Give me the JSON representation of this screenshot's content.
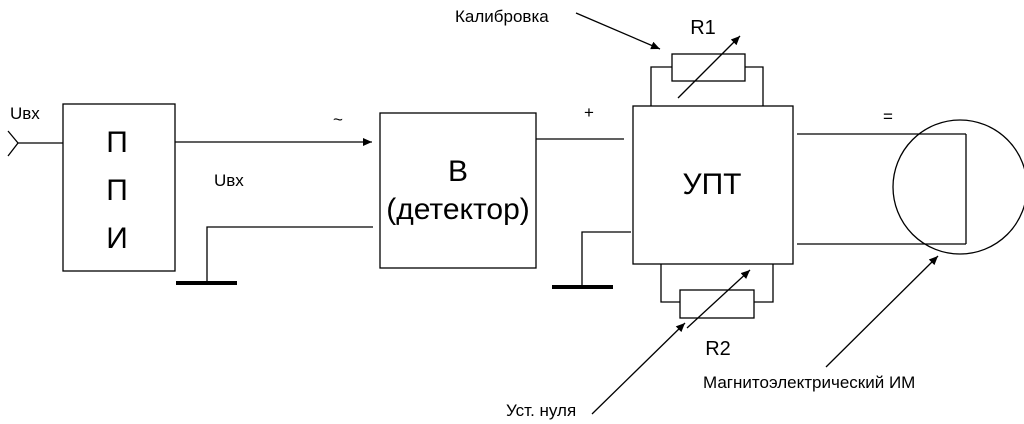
{
  "labels": {
    "input_left": "Uвх",
    "ppi_letter_1": "П",
    "ppi_letter_2": "П",
    "ppi_letter_3": "И",
    "input_mid": "Uвх",
    "ac_symbol": "~",
    "detector_line1": "В",
    "detector_line2": "(детектор)",
    "plus_symbol": "+",
    "upt": "УПТ",
    "dc_symbol": "=",
    "r1": "R1",
    "r2": "R2",
    "calibration": "Калибровка",
    "zero_set": "Уст. нуля",
    "meter": "Магнитоэлектрический ИМ"
  }
}
